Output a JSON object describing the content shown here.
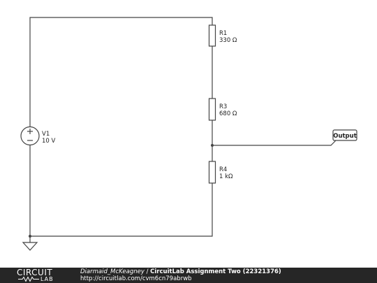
{
  "components": {
    "r1": {
      "name": "R1",
      "value": "330 Ω"
    },
    "r3": {
      "name": "R3",
      "value": "680 Ω"
    },
    "r4": {
      "name": "R4",
      "value": "1 kΩ"
    },
    "v1": {
      "name": "V1",
      "value": "10 V"
    }
  },
  "output_label": "Output",
  "footer": {
    "logo_top": "CIRCUIT",
    "logo_bottom": "LAB",
    "author": "Diarmaid_McKeagney",
    "separator": " / ",
    "title": "CircuitLab Assignment Two (22321376)",
    "url": "http://circuitlab.com/cvm6cn79abrwb"
  }
}
